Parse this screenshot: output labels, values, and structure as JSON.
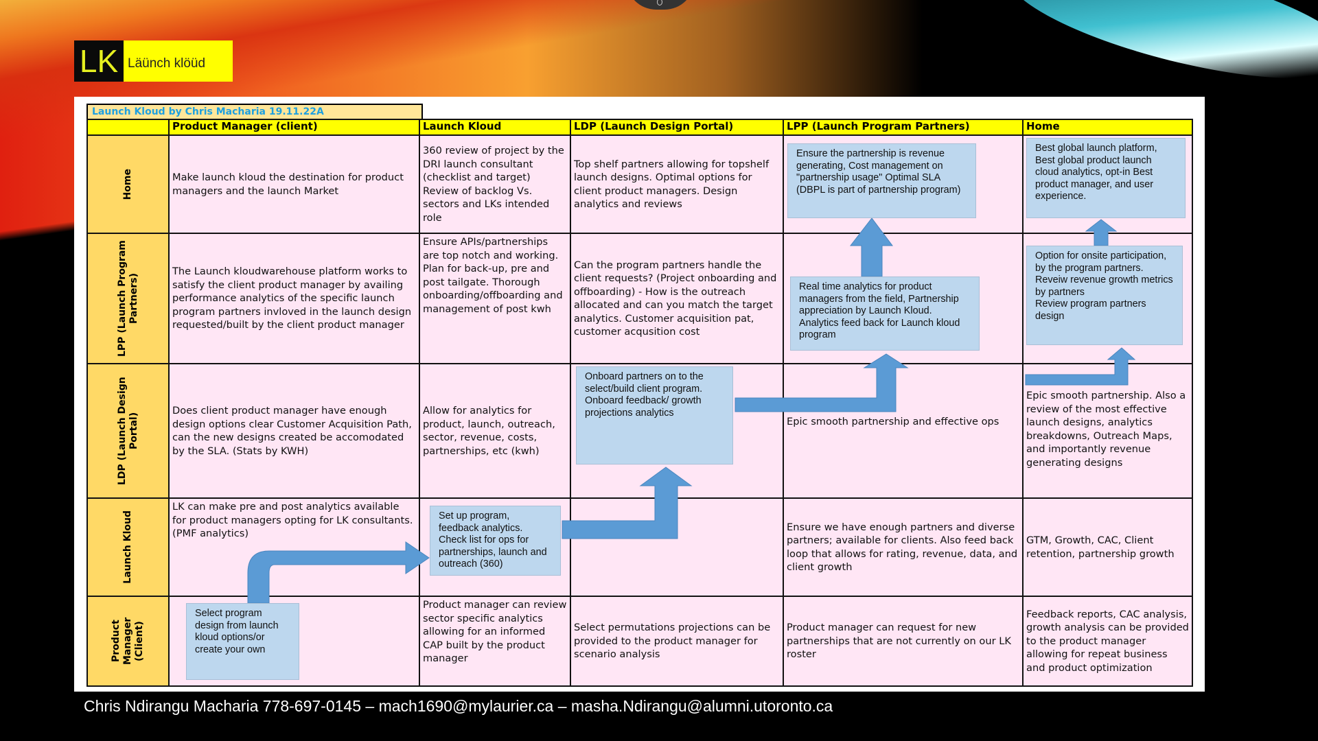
{
  "logo": {
    "mark": "LK",
    "name": "Läünch klöüd"
  },
  "title": "Launch Kloud by Chris Macharia 19.11.22A",
  "columns": [
    "Product Manager (client)",
    "Launch Kloud",
    "LDP (Launch Design Portal)",
    "LPP (Launch Program Partners)",
    "Home"
  ],
  "rows": [
    {
      "label": "Home",
      "cells": [
        "Make launch kloud the destination for product managers and the launch Market",
        "360 review of project by the DRI launch consultant (checklist and target) Review of backlog Vs. sectors and LKs intended role",
        "Top shelf partners allowing for topshelf launch designs. Optimal options for client product managers. Design analytics and reviews",
        "",
        ""
      ]
    },
    {
      "label": "LPP (Launch Program Partners)",
      "cells": [
        "The Launch kloudwarehouse platform works to satisfy the client product manager by availing performance analytics of the specific launch program partners invloved in the launch design requested/built by the client product manager",
        "Ensure APIs/partnerships are top notch and working. Plan for back-up, pre and post tailgate. Thorough onboarding/offboarding and management of post kwh",
        "Can the program partners handle the client requests?  (Project onboarding and offboarding) - How is the outreach allocated and can you match the target analytics. Customer acquisition pat, customer acqusition cost",
        "",
        ""
      ]
    },
    {
      "label": "LDP (Launch Design Portal)",
      "cells": [
        "Does client product manager have enough design options clear Customer Acquisition Path, can the new designs created be accomodated by the SLA. (Stats by KWH)",
        "Allow for analytics for product, launch, outreach, sector, revenue, costs, partnerships, etc (kwh)",
        "",
        "Epic smooth partnership and effective ops",
        "Epic smooth partnership. Also a review of the most effective launch designs, analytics breakdowns, Outreach Maps, and importantly revenue generating designs"
      ]
    },
    {
      "label": "Launch Kloud",
      "cells": [
        "LK can make pre and post analytics available for product managers opting for LK consultants. (PMF analytics)",
        "",
        "",
        "Ensure we have enough partners and diverse partners; available for clients. Also feed back loop that allows for rating, revenue, data, and client growth",
        "GTM, Growth, CAC, Client retention, partnership growth"
      ]
    },
    {
      "label": "Product Manager\n(Client)",
      "cells": [
        "",
        "Product manager can review sector specific analytics allowing for an informed CAP built by the product manager",
        "Select permutations projections can be provided to the product manager for scenario analysis",
        "Product manager can request for new partnerships that are not currently on our LK roster",
        "Feedback reports, CAC analysis, growth analysis can be provided to the product manager allowing for repeat business and product optimization"
      ]
    }
  ],
  "boxes": {
    "lpp_home": "Ensure the partnership is revenue generating, Cost management on \"partnership usage\"  Optimal SLA (DBPL is part of partnership program)",
    "home_home": "Best global launch platform, Best global product launch cloud analytics, opt-in Best product manager, and user experience.",
    "lpp_lpp": "Real time analytics for product managers from the field, Partnership appreciation by Launch Kloud. Analytics feed back for Launch kloud program",
    "home_lpp": "Option for onsite participation, by the program partners.\nReveiw revenue growth metrics by partners\nReview program partners design",
    "ldp_ldp": "Onboard partners on to the select/build client program.\nOnboard feedback/ growth projections analytics",
    "lk_lk": "Set up program, feedback analytics. Check list for ops for partnerships, launch and outreach (360)",
    "pm_pm": "Select program design from launch kloud options/or create your own"
  },
  "footer": "Chris Ndirangu Macharia 778-697-0145 – mach1690@mylaurier.ca – masha.Ndirangu@alumni.utoronto.ca",
  "colors": {
    "header": "#ffff00",
    "row_label": "#ffd966",
    "cell": "#ffe6f5",
    "box": "#bdd7ee",
    "arrow": "#5b9bd5",
    "title_text": "#1ea0e0"
  }
}
